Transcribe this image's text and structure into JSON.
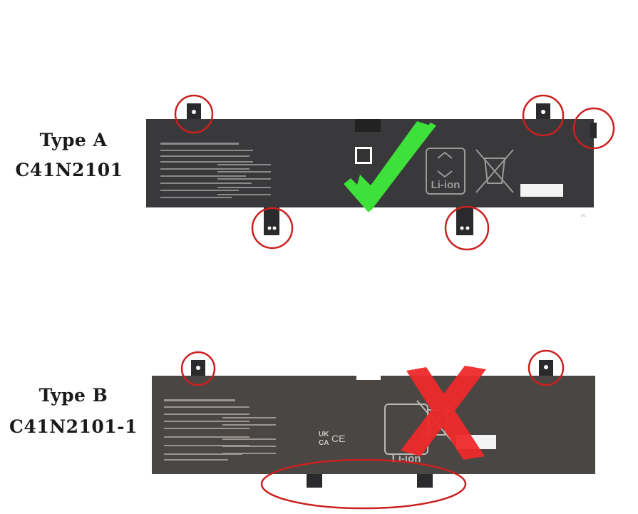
{
  "items": [
    {
      "type_label": "Type A",
      "model": "C41N2101",
      "verdict": "compatible",
      "recycle_label": "Li-ion",
      "verdict_color": "#3ee03a"
    },
    {
      "type_label": "Type B",
      "model": "C41N2101-1",
      "verdict": "incompatible",
      "recycle_label": "Li-ion",
      "marks": [
        "UK",
        "CA",
        "CE"
      ],
      "verdict_color": "#ee2a2a"
    }
  ],
  "highlight_color": "#cc1f1f"
}
